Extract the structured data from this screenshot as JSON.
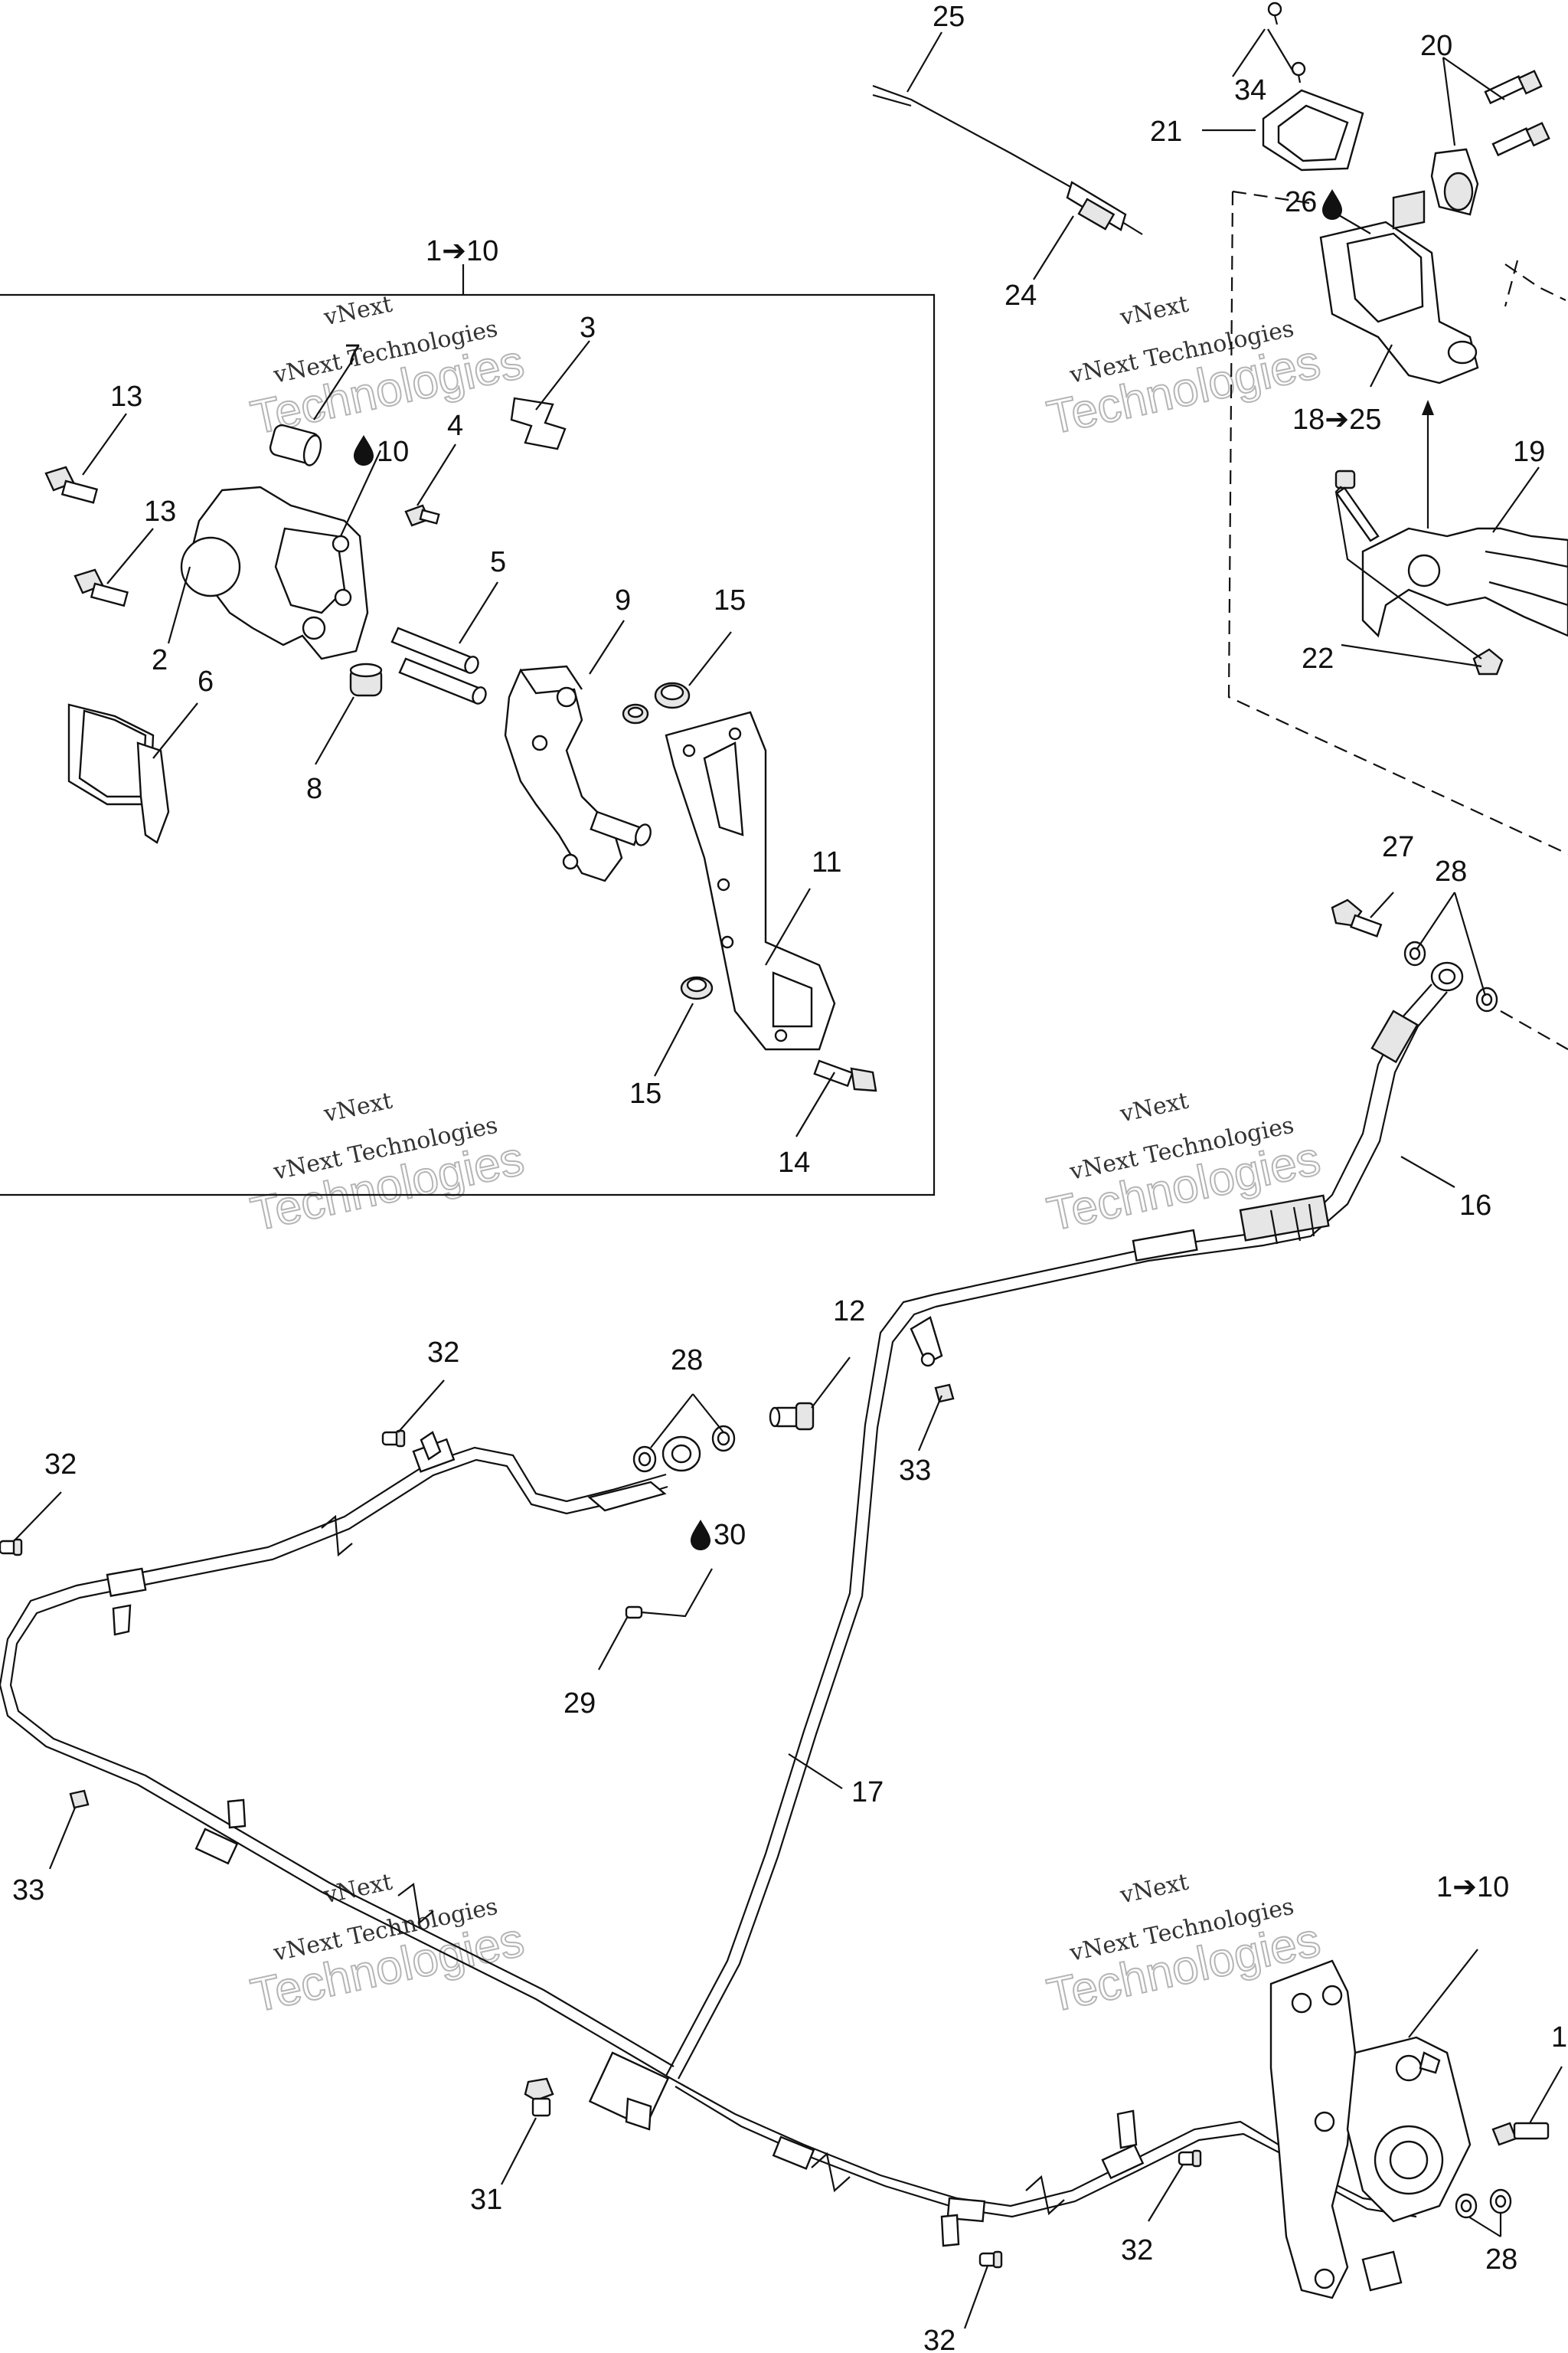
{
  "watermark": {
    "line1": "vNext",
    "line2": "vNext Technologies",
    "line3": "Technologies"
  },
  "callouts": [
    {
      "id": "c25",
      "text": "25"
    },
    {
      "id": "c34",
      "text": "34"
    },
    {
      "id": "c21",
      "text": "21"
    },
    {
      "id": "c20",
      "text": "20"
    },
    {
      "id": "c26",
      "text": "26"
    },
    {
      "id": "c24",
      "text": "24"
    },
    {
      "id": "c1to10a",
      "text": "1➔10"
    },
    {
      "id": "c3",
      "text": "3"
    },
    {
      "id": "c7",
      "text": "7"
    },
    {
      "id": "c13a",
      "text": "13"
    },
    {
      "id": "c10",
      "text": "10"
    },
    {
      "id": "c4",
      "text": "4"
    },
    {
      "id": "c13b",
      "text": "13"
    },
    {
      "id": "c5",
      "text": "5"
    },
    {
      "id": "c9",
      "text": "9"
    },
    {
      "id": "c15a",
      "text": "15"
    },
    {
      "id": "c2",
      "text": "2"
    },
    {
      "id": "c6",
      "text": "6"
    },
    {
      "id": "c8",
      "text": "8"
    },
    {
      "id": "c11",
      "text": "11"
    },
    {
      "id": "c15b",
      "text": "15"
    },
    {
      "id": "c14",
      "text": "14"
    },
    {
      "id": "c18to25",
      "text": "18➔25"
    },
    {
      "id": "c19",
      "text": "19"
    },
    {
      "id": "c22",
      "text": "22"
    },
    {
      "id": "c27",
      "text": "27"
    },
    {
      "id": "c28a",
      "text": "28"
    },
    {
      "id": "c16",
      "text": "16"
    },
    {
      "id": "c12",
      "text": "12"
    },
    {
      "id": "c32a",
      "text": "32"
    },
    {
      "id": "c28b",
      "text": "28"
    },
    {
      "id": "c32b",
      "text": "32"
    },
    {
      "id": "c33a",
      "text": "33"
    },
    {
      "id": "c30",
      "text": "30"
    },
    {
      "id": "c29",
      "text": "29"
    },
    {
      "id": "c17",
      "text": "17"
    },
    {
      "id": "c33b",
      "text": "33"
    },
    {
      "id": "c1to10b",
      "text": "1➔10"
    },
    {
      "id": "c1partial",
      "text": "1"
    },
    {
      "id": "c31",
      "text": "31"
    },
    {
      "id": "c32c",
      "text": "32"
    },
    {
      "id": "c28c",
      "text": "28"
    },
    {
      "id": "c32d",
      "text": "32"
    }
  ]
}
